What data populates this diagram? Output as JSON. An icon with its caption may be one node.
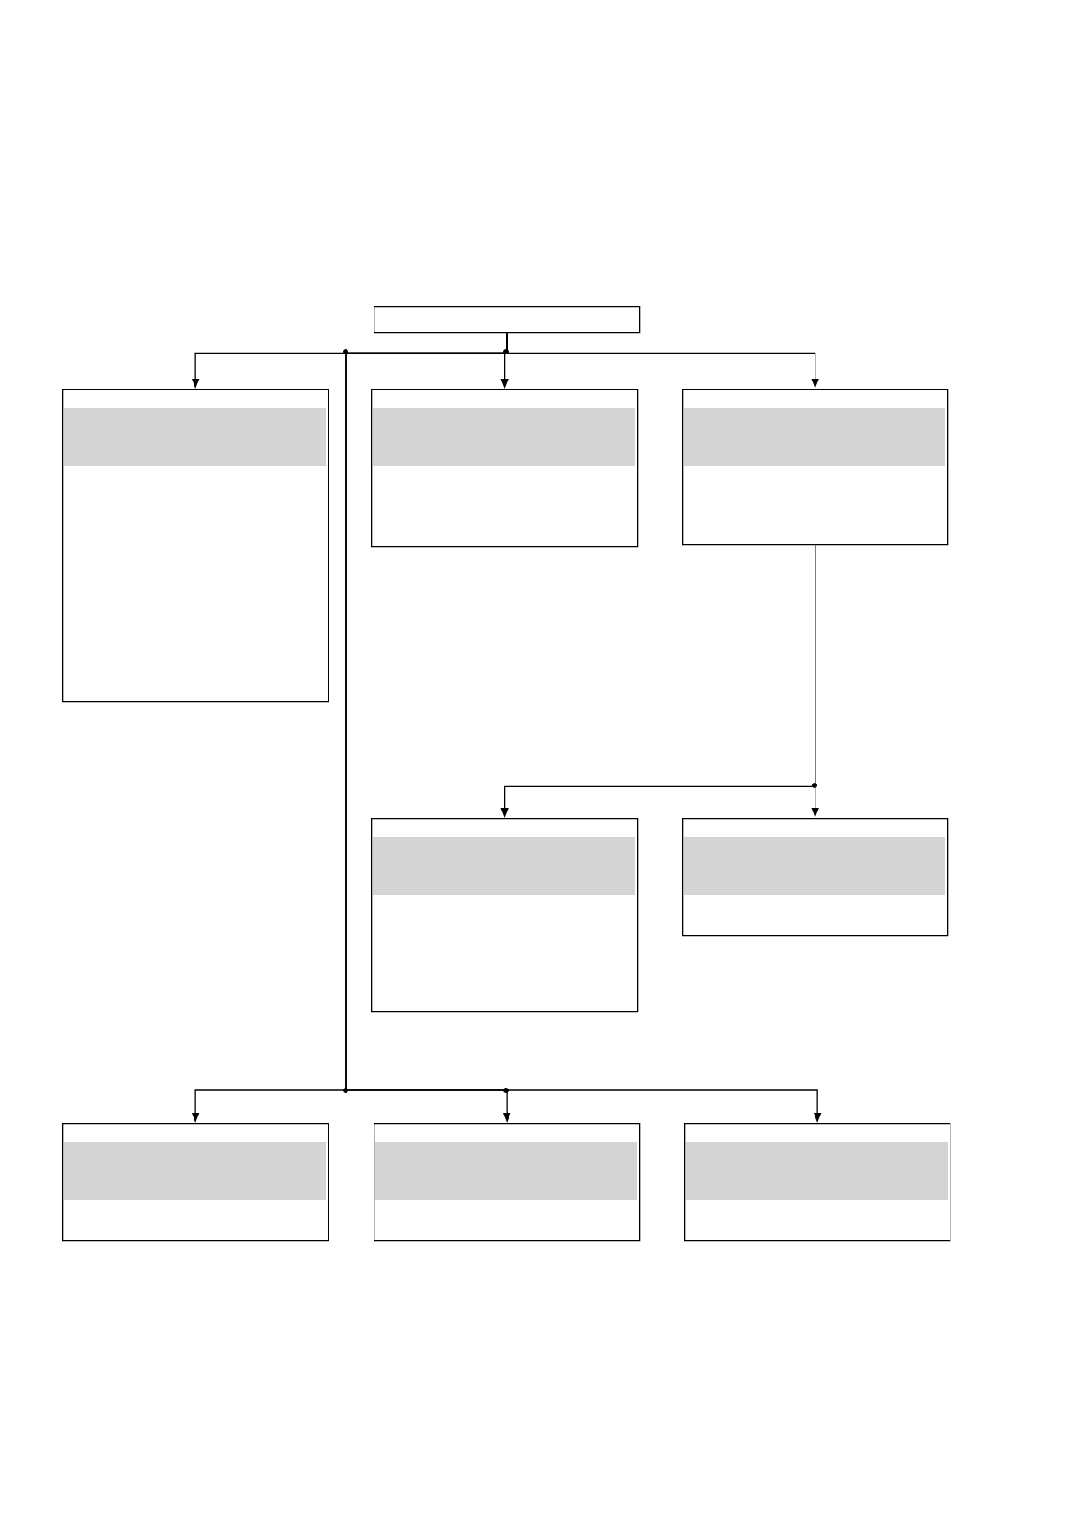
{
  "diagram": {
    "nodes": [
      {
        "text": [],
        "shape": "box"
      },
      {
        "text": [],
        "shape": "box"
      },
      {
        "text": [],
        "shape": "box"
      },
      {
        "text": [],
        "shape": "box"
      },
      {
        "text": [],
        "shape": "box"
      },
      {
        "text": [],
        "shape": "box"
      },
      {
        "text": [],
        "shape": "box"
      },
      {
        "text": [],
        "shape": "box"
      },
      {
        "text": [],
        "shape": "box"
      }
    ],
    "edges": [
      {
        "from": 0,
        "to": 1,
        "arrow": "to"
      },
      {
        "from": 0,
        "to": 2,
        "arrow": "to"
      },
      {
        "from": 0,
        "to": 3,
        "arrow": "to"
      },
      {
        "from": 0,
        "to": 6,
        "arrow": "to"
      },
      {
        "from": 0,
        "to": 7,
        "arrow": "to"
      },
      {
        "from": 0,
        "to": 8,
        "arrow": "to"
      },
      {
        "from": 3,
        "to": 4,
        "arrow": "to"
      },
      {
        "from": 3,
        "to": 5,
        "arrow": "to"
      }
    ]
  }
}
